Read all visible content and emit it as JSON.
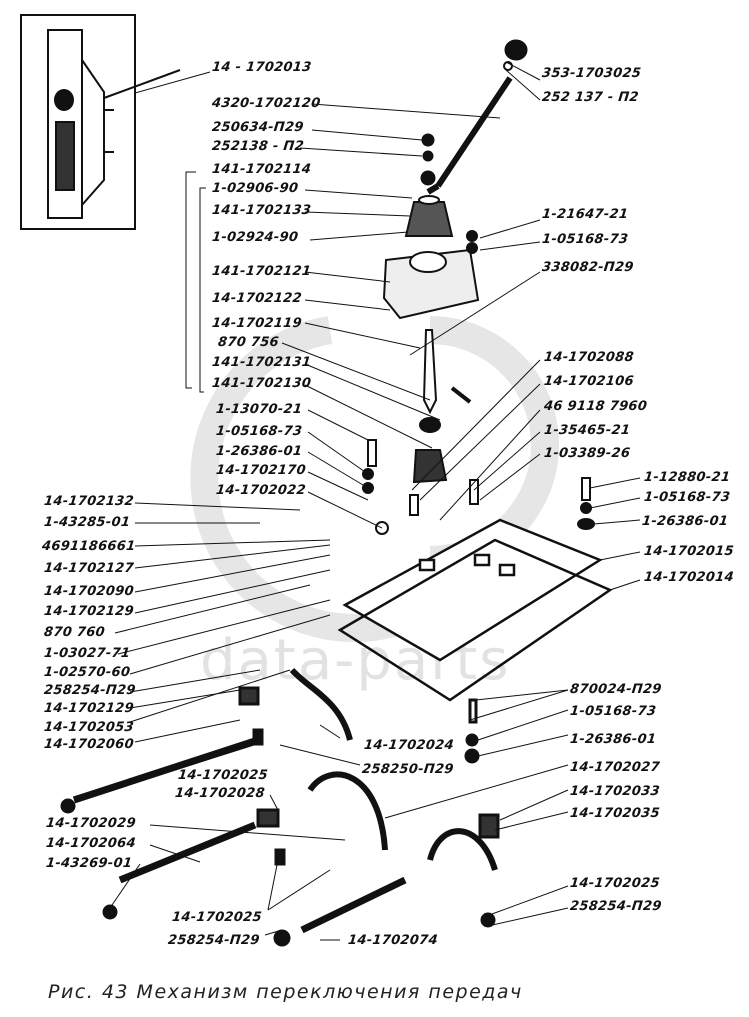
{
  "figure": {
    "caption": "Рис. 43 Механизм переключения передач",
    "watermark": "data-parts"
  },
  "inset": {
    "label": "14 - 1702013"
  },
  "labels": {
    "top_right": [
      "353-1703025",
      "252 137 - П2"
    ],
    "shift_lever": [
      "4320-1702120",
      "250634-П29",
      "252138 - П2"
    ],
    "group_141_1702114": {
      "group_label": "141-1702114",
      "items": [
        "1-02906-90",
        "141-1702133",
        "1-02924-90",
        "141-1702121",
        "14-1702122",
        "14-1702119",
        "870 756",
        "141-1702131",
        "141-1702130"
      ]
    },
    "cover_fasteners": [
      "1-21647-21",
      "1-05168-73",
      "338082-П29"
    ],
    "left_bolt_stack": [
      "1-13070-21",
      "1-05168-73",
      "1-26386-01",
      "14-1702170",
      "14-1702022"
    ],
    "right_upper": [
      "14-1702088",
      "14-1702106",
      "46 9118 7960",
      "1-35465-21",
      "1-03389-26"
    ],
    "right_bolt_stack": [
      "1-12880-21",
      "1-05168-73",
      "1-26386-01",
      "14-1702015",
      "14-1702014"
    ],
    "left_column": [
      "14-1702132",
      "1-43285-01",
      "4691186661",
      "14-1702127",
      "14-1702090",
      "14-1702129",
      "870 760",
      "1-03027-71",
      "1-02570-60",
      "258254-П29",
      "14-1702129",
      "14-1702053",
      "14-1702060"
    ],
    "lower_right": [
      "870024-П29",
      "1-05168-73",
      "1-26386-01",
      "14-1702027",
      "14-1702033",
      "14-1702035"
    ],
    "middle": [
      "14-1702024",
      "258250-П29",
      "14-1702025",
      "14-1702028"
    ],
    "lower_left": [
      "14-1702029",
      "14-1702064",
      "1-43269-01"
    ],
    "bottom": [
      "14-1702025",
      "258254-П29",
      "14-1702074"
    ],
    "bottom_right": [
      "14-1702025",
      "258254-П29"
    ]
  }
}
